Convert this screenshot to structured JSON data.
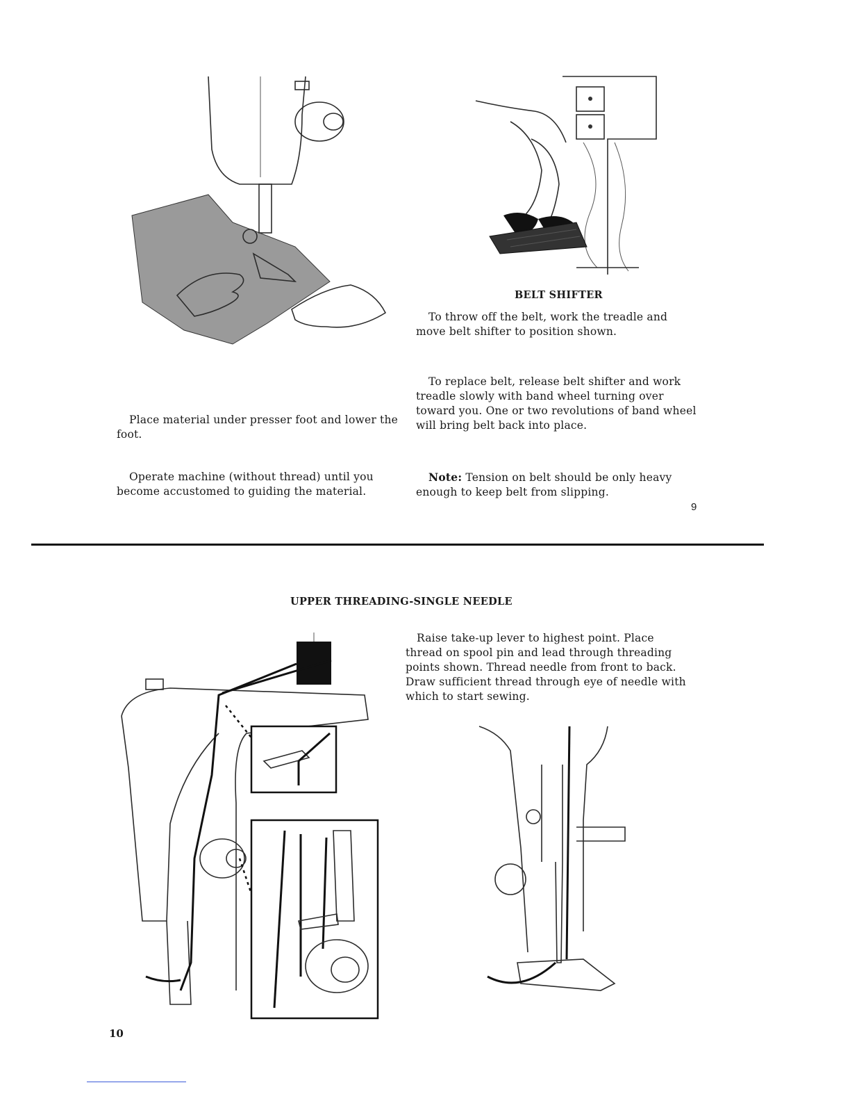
{
  "page_top": {
    "left": {
      "para1": "Place material under presser foot and lower the foot.",
      "para2": "Operate machine (without thread) until you become accustomed to guiding the material."
    },
    "right": {
      "heading": "BELT SHIFTER",
      "para1": "To throw off the belt, work the treadle and move belt shifter to position shown.",
      "para2": "To replace belt, release belt shifter and work treadle slowly with band wheel turning over toward you. One or two revolutions of band wheel will bring belt back into place.",
      "note_label": "Note:",
      "note_text": "Tension on belt should be only heavy enough to keep belt from slipping."
    },
    "page_number": "9"
  },
  "page_bottom": {
    "heading": "UPPER THREADING-SINGLE NEEDLE",
    "para": "Raise take-up lever to highest point. Place thread on spool pin and lead through threading points shown. Thread needle from front to back. Draw sufficient thread through eye of needle with which to start sewing.",
    "page_number": "10"
  },
  "illustrations": {
    "material_under_foot": "sewing-machine-head-with-fabric-and-hands",
    "belt_shifter": "treadle-cabinet-with-operator-feet",
    "upper_threading": "machine-head-threading-diagram",
    "needle_closeup": "needle-bar-and-presser-foot-closeup"
  },
  "colors": {
    "ink": "#1a1a1a",
    "fabric": "#9a9a9a",
    "rule": "#111111",
    "link_line": "#3a5bd9"
  }
}
